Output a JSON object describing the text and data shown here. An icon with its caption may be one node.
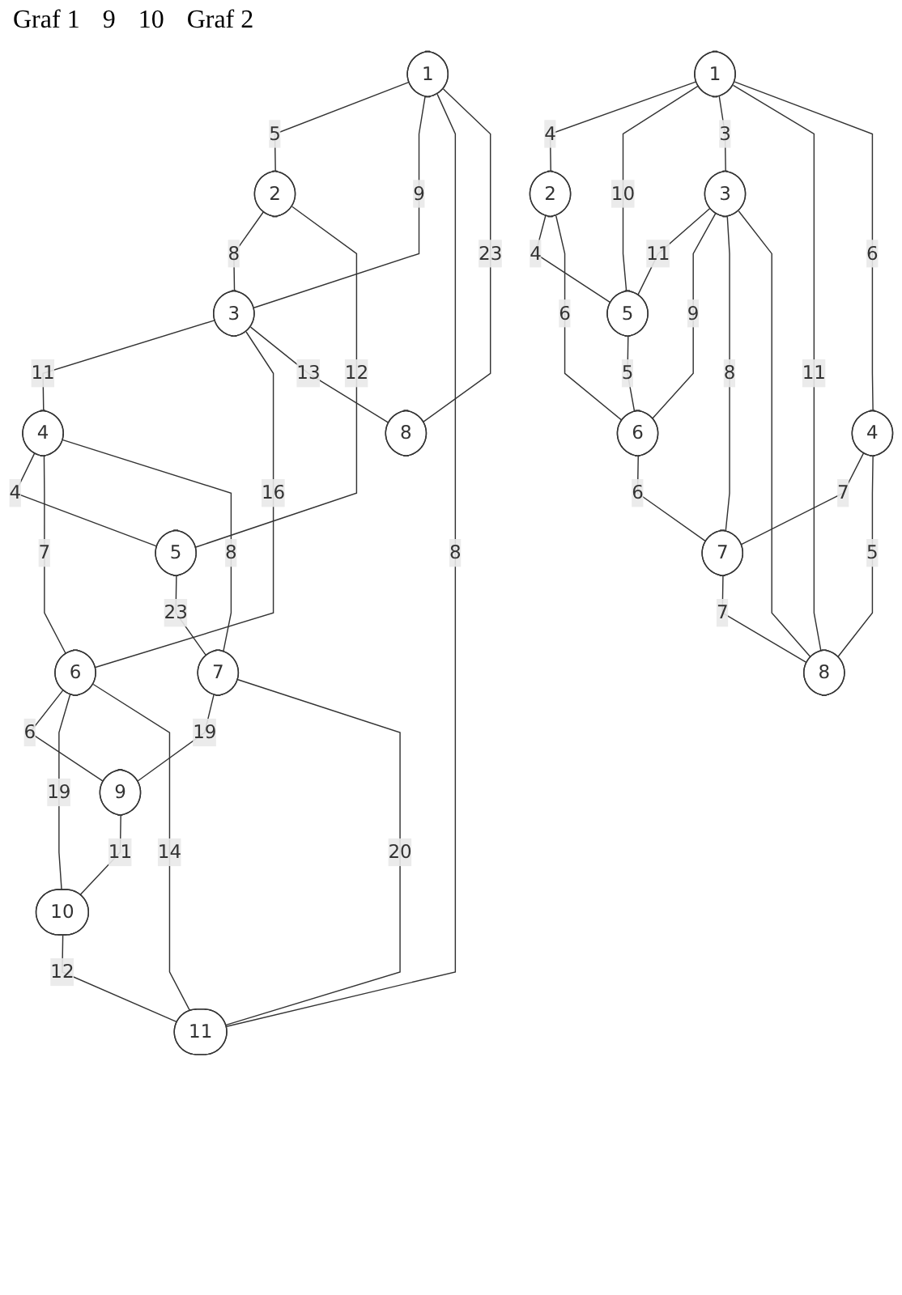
{
  "diagram": {
    "nodes": [
      {
        "text": [
          "1"
        ]
      },
      {
        "text": [
          "2"
        ]
      },
      {
        "text": [
          "3"
        ]
      },
      {
        "text": [
          "4"
        ]
      },
      {
        "text": [
          "5"
        ]
      },
      {
        "text": [
          "6"
        ]
      },
      {
        "text": [
          "7"
        ]
      },
      {
        "text": [
          "8"
        ]
      },
      {
        "text": [
          "9"
        ]
      },
      {
        "text": [
          "10"
        ]
      },
      {
        "text": [
          "11"
        ]
      },
      {
        "text": [
          "1"
        ]
      },
      {
        "text": [
          "2"
        ]
      },
      {
        "text": [
          "3"
        ]
      },
      {
        "text": [
          "4"
        ]
      },
      {
        "text": [
          "5"
        ]
      },
      {
        "text": [
          "6"
        ]
      },
      {
        "text": [
          "7"
        ]
      },
      {
        "text": [
          "8"
        ]
      }
    ],
    "edges": [
      {
        "from": 0,
        "to": 1,
        "arrow": "none",
        "label": "5"
      },
      {
        "from": 0,
        "to": 2,
        "arrow": "none",
        "label": "9"
      },
      {
        "from": 0,
        "to": 10,
        "arrow": "none",
        "label": "8"
      },
      {
        "from": 0,
        "to": 7,
        "arrow": "none",
        "label": "23"
      },
      {
        "from": 1,
        "to": 2,
        "arrow": "none",
        "label": "8"
      },
      {
        "from": 1,
        "to": 4,
        "arrow": "none",
        "label": "12"
      },
      {
        "from": 2,
        "to": 3,
        "arrow": "none",
        "label": "11"
      },
      {
        "from": 2,
        "to": 5,
        "arrow": "none",
        "label": "16"
      },
      {
        "from": 2,
        "to": 7,
        "arrow": "none",
        "label": "13"
      },
      {
        "from": 3,
        "to": 4,
        "arrow": "none",
        "label": "4"
      },
      {
        "from": 3,
        "to": 5,
        "arrow": "none",
        "label": "7"
      },
      {
        "from": 3,
        "to": 6,
        "arrow": "none",
        "label": "8"
      },
      {
        "from": 4,
        "to": 6,
        "arrow": "none",
        "label": "23"
      },
      {
        "from": 5,
        "to": 8,
        "arrow": "none",
        "label": "6"
      },
      {
        "from": 5,
        "to": 9,
        "arrow": "none",
        "label": "19"
      },
      {
        "from": 5,
        "to": 10,
        "arrow": "none",
        "label": "14"
      },
      {
        "from": 6,
        "to": 8,
        "arrow": "none",
        "label": "19"
      },
      {
        "from": 6,
        "to": 10,
        "arrow": "none",
        "label": "20"
      },
      {
        "from": 8,
        "to": 9,
        "arrow": "none",
        "label": "11"
      },
      {
        "from": 9,
        "to": 10,
        "arrow": "none",
        "label": "12"
      },
      {
        "from": 11,
        "to": 12,
        "arrow": "none",
        "label": "4"
      },
      {
        "from": 11,
        "to": 15,
        "arrow": "none",
        "label": "10"
      },
      {
        "from": 11,
        "to": 13,
        "arrow": "none",
        "label": "3"
      },
      {
        "from": 11,
        "to": 18,
        "arrow": "none",
        "label": "11"
      },
      {
        "from": 11,
        "to": 14,
        "arrow": "none",
        "label": "6"
      },
      {
        "from": 12,
        "to": 15,
        "arrow": "none",
        "label": "4"
      },
      {
        "from": 12,
        "to": 16,
        "arrow": "none",
        "label": "6"
      },
      {
        "from": 13,
        "to": 15,
        "arrow": "none",
        "label": "11"
      },
      {
        "from": 13,
        "to": 16,
        "arrow": "none",
        "label": "9"
      },
      {
        "from": 13,
        "to": 17,
        "arrow": "none",
        "label": "8"
      },
      {
        "from": 13,
        "to": 18,
        "arrow": "none"
      },
      {
        "from": 14,
        "to": 17,
        "arrow": "none",
        "label": "7"
      },
      {
        "from": 14,
        "to": 18,
        "arrow": "none",
        "label": "5"
      },
      {
        "from": 15,
        "to": 16,
        "arrow": "none",
        "label": "5"
      },
      {
        "from": 16,
        "to": 17,
        "arrow": "none",
        "label": "6"
      },
      {
        "from": 17,
        "to": 18,
        "arrow": "none",
        "label": "7"
      }
    ],
    "labels": [
      "Graf 1",
      "9",
      "10",
      "Graf 2"
    ]
  }
}
